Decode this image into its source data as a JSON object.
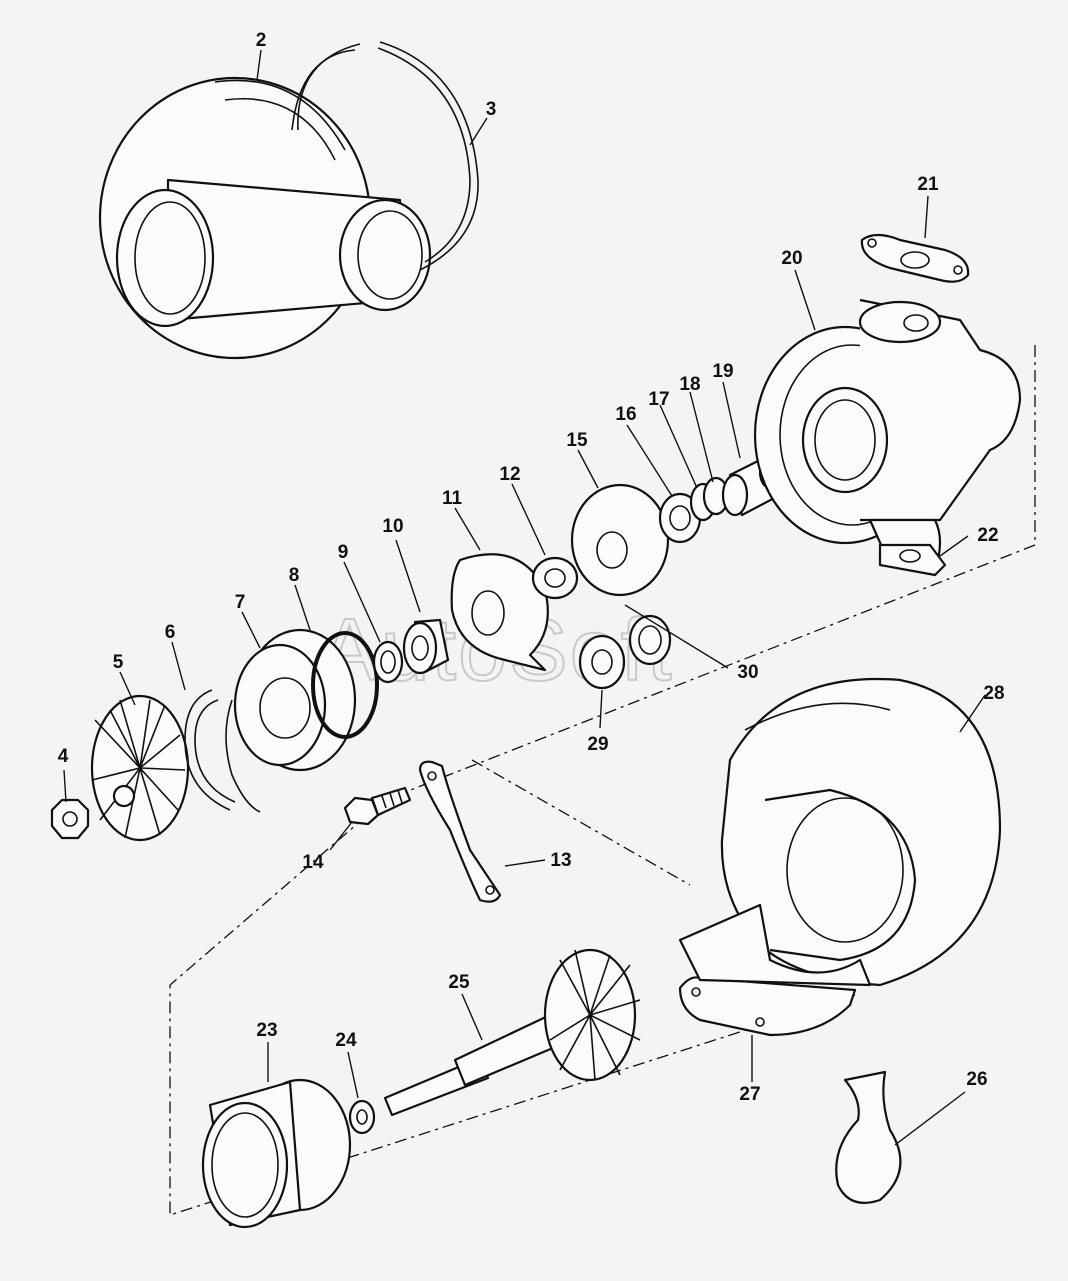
{
  "watermark": "AutoSoft",
  "callouts": [
    {
      "id": "c2",
      "text": "2"
    },
    {
      "id": "c3",
      "text": "3"
    },
    {
      "id": "c4",
      "text": "4"
    },
    {
      "id": "c5",
      "text": "5"
    },
    {
      "id": "c6",
      "text": "6"
    },
    {
      "id": "c7",
      "text": "7"
    },
    {
      "id": "c8",
      "text": "8"
    },
    {
      "id": "c9",
      "text": "9"
    },
    {
      "id": "c10",
      "text": "10"
    },
    {
      "id": "c11",
      "text": "11"
    },
    {
      "id": "c12",
      "text": "12"
    },
    {
      "id": "c13",
      "text": "13"
    },
    {
      "id": "c14",
      "text": "14"
    },
    {
      "id": "c15",
      "text": "15"
    },
    {
      "id": "c16",
      "text": "16"
    },
    {
      "id": "c17",
      "text": "17"
    },
    {
      "id": "c18",
      "text": "18"
    },
    {
      "id": "c19",
      "text": "19"
    },
    {
      "id": "c20",
      "text": "20"
    },
    {
      "id": "c21",
      "text": "21"
    },
    {
      "id": "c22",
      "text": "22"
    },
    {
      "id": "c23",
      "text": "23"
    },
    {
      "id": "c24",
      "text": "24"
    },
    {
      "id": "c25",
      "text": "25"
    },
    {
      "id": "c26",
      "text": "26"
    },
    {
      "id": "c27",
      "text": "27"
    },
    {
      "id": "c28",
      "text": "28"
    },
    {
      "id": "c29",
      "text": "29"
    },
    {
      "id": "c30",
      "text": "30"
    }
  ]
}
